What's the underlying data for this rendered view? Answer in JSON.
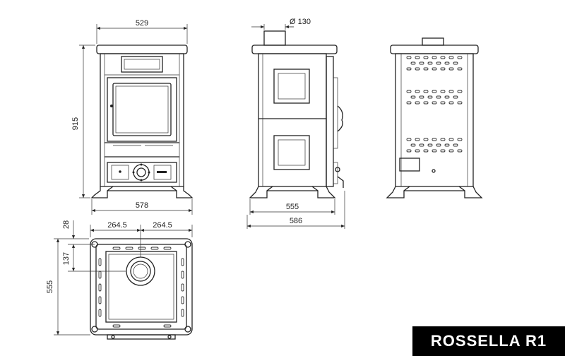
{
  "title": "ROSSELLA R1",
  "dimensions": {
    "front_top_width": "529",
    "front_height": "915",
    "front_base_width": "578",
    "side_flue_diameter": "Ø 130",
    "side_depth": "555",
    "side_total_depth": "586",
    "plan_offset_top": "28",
    "plan_offset_flue": "137",
    "plan_half_left": "264.5",
    "plan_half_right": "264.5",
    "plan_depth": "555"
  }
}
